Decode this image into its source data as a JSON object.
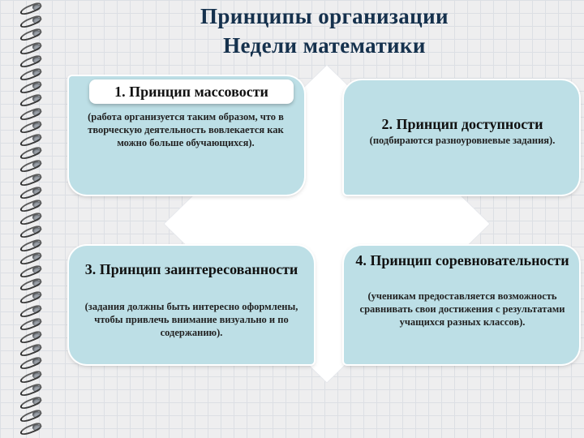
{
  "title": {
    "line1": "Принципы организации",
    "line2": "Недели математики"
  },
  "colors": {
    "title": "#15314d",
    "box_fill": "#bddfe6",
    "diamond_fill": "#ffffff"
  },
  "principles": [
    {
      "title": "1. Принцип массовости",
      "description": "(работа организуется таким образом, что в творческую деятельность вовлекается как можно больше обучающихся)."
    },
    {
      "title": "2. Принцип доступности",
      "description": "(подбираются разноуровневые задания)."
    },
    {
      "title": "3. Принцип заинтересованности",
      "description": "(задания должны быть интересно оформлены, чтобы привлечь внимание визуально и по содержанию)."
    },
    {
      "title": "4. Принцип соревновательности",
      "description": "(ученикам предоставляется возможность сравнивать свои достижения с результатами учащихся разных классов)."
    }
  ]
}
